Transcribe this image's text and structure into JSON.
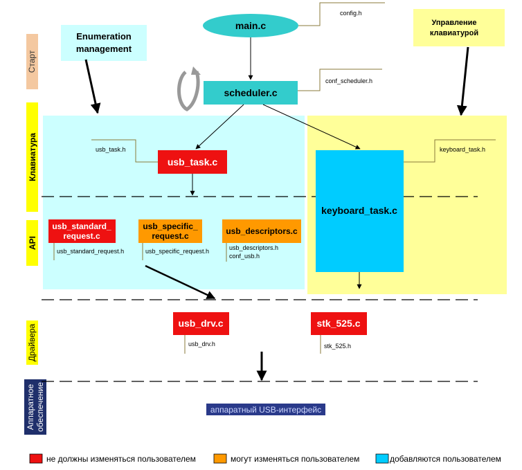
{
  "sidebar": {
    "start": "Старт",
    "keyboard": "Клавиатура",
    "api": "API",
    "drivers": "Драйвера",
    "hardware_line1": "Аппаратное",
    "hardware_line2": "обеспечение"
  },
  "files": {
    "main": "main.c",
    "scheduler": "scheduler.c",
    "usb_task": "usb_task.c",
    "keyboard_task": "keyboard_task.c",
    "usb_standard_request_l1": "usb_standard_",
    "usb_standard_request_l2": "request.c",
    "usb_specific_request_l1": "usb_specific_",
    "usb_specific_request_l2": "request.c",
    "usb_descriptors": "usb_descriptors.c",
    "usb_drv": "usb_drv.c",
    "stk_525": "stk_525.c"
  },
  "headers": {
    "config": "config.h",
    "conf_scheduler": "conf_scheduler.h",
    "usb_task": "usb_task.h",
    "keyboard_task": "keyboard_task.h",
    "usb_standard_request": "usb_standard_request.h",
    "usb_specific_request": "usb_specific_request.h",
    "usb_descriptors": "usb_descriptors.h",
    "conf_usb": "conf_usb.h",
    "usb_drv": "usb_drv.h",
    "stk_525": "stk_525.h"
  },
  "notes": {
    "enumeration_l1": "Enumeration",
    "enumeration_l2": "management",
    "keyboard_mgmt_l1": "Управление",
    "keyboard_mgmt_l2": "клавиатурой"
  },
  "hardware_interface": "аппаратный USB-интерфейс",
  "legend": [
    {
      "color": "#ee1111",
      "label": "не должны изменяться пользователем"
    },
    {
      "color": "#ff9900",
      "label": "могут изменяться пользователем"
    },
    {
      "color": "#00ccff",
      "label": "добавляются пользователем"
    }
  ],
  "colors": {
    "red": "#ee1111",
    "orange": "#ff9900",
    "cyan": "#00ccff",
    "teal": "#33cccc",
    "light_cyan": "#ccffff",
    "light_yellow": "#ffff99",
    "yellow_band": "#ffff00",
    "peach": "#f4c8a0",
    "navy": "#1f2f6b"
  }
}
